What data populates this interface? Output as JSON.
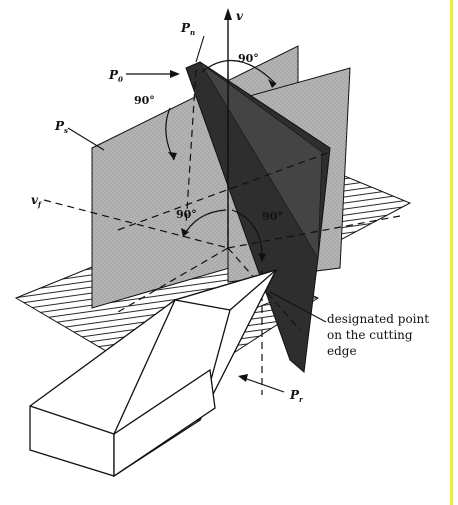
{
  "labels": {
    "p_n": {
      "main": "P",
      "sub": "n"
    },
    "p_o": {
      "main": "P",
      "sub": "0"
    },
    "p_s": {
      "main": "P",
      "sub": "s"
    },
    "p_r": {
      "main": "P",
      "sub": "r"
    },
    "v": "v",
    "v_f": {
      "main": "v",
      "sub": "f"
    }
  },
  "angles": {
    "top": "90°",
    "left": "90°",
    "center_left": "90°",
    "center_right": "90°"
  },
  "annotation": {
    "line1": "designated point",
    "line2": "on the cutting",
    "line3": "edge"
  },
  "colors": {
    "plane_gray": "#b3b3b3",
    "plane_dark": "#2e2e2e",
    "line": "#111111",
    "accent_rule": "#f2ee28"
  }
}
